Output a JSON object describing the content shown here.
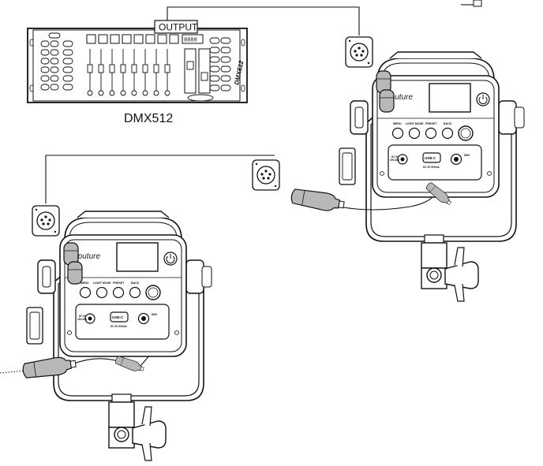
{
  "console": {
    "output_label": "OUTPUT",
    "model_label": "DMX512",
    "side_label": "DMX512",
    "display_text": "8888"
  },
  "light_panel": {
    "brand": "Aputure",
    "buttons": [
      "MENU",
      "LIGHT MODE",
      "PRESET",
      "BACK"
    ],
    "dc_in_label": "DC IN",
    "dc_rating": "15V-48V",
    "usbc_label": "USB-C",
    "usbc_rating": "DC 5V 500mA",
    "dmx_port_label": "DMX"
  },
  "colors": {
    "stroke": "#111111",
    "connector_fill": "#b8b8b8",
    "panel_fill": "#ffffff"
  }
}
